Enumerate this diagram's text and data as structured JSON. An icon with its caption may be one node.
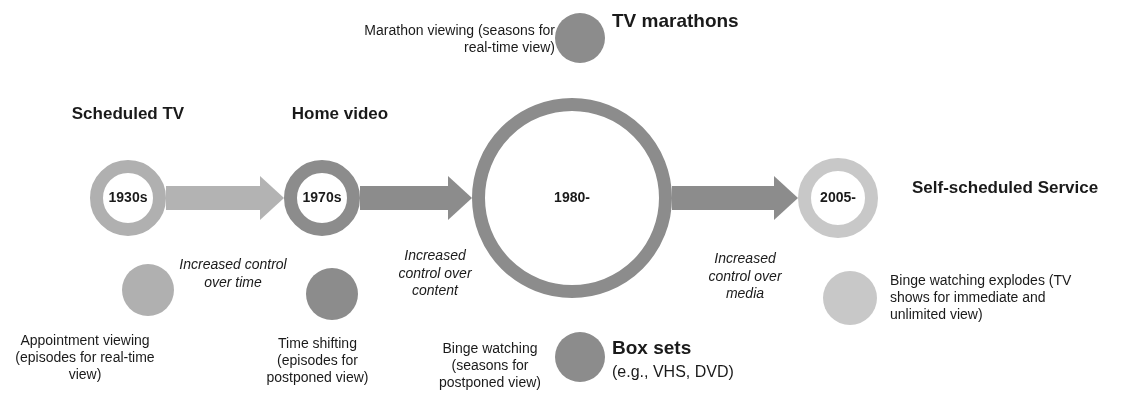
{
  "diagram": {
    "nodes": [
      {
        "text": [
          "Scheduled TV",
          "1930s"
        ]
      },
      {
        "text": [],
        "shape": "circle",
        "beside": [
          "Appointment viewing (episodes for real-time view)"
        ]
      },
      {
        "text": [
          "Home video",
          "1970s"
        ]
      },
      {
        "text": [],
        "shape": "circle",
        "beside": [
          "Time shifting (episodes for postponed view)"
        ]
      },
      {
        "text": [
          "1980-"
        ]
      },
      {
        "text": [
          "TV marathons"
        ],
        "beside": [
          "Marathon viewing (seasons for real-time view)"
        ]
      },
      {
        "text": [
          "Box sets",
          "(e.g., VHS, DVD)"
        ],
        "beside": [
          "Binge watching (seasons for postponed view)"
        ]
      },
      {
        "text": [
          "2005-",
          "Self-scheduled Service"
        ]
      },
      {
        "text": [],
        "shape": "circle",
        "beside": [
          "Binge watching explodes (TV shows for immediate and unlimited view)"
        ]
      }
    ],
    "edges": [
      {
        "from": 0,
        "to": 2,
        "arrow": "to",
        "label": "Increased control over time",
        "color": "#b3b3b3"
      },
      {
        "from": 2,
        "to": 4,
        "arrow": "to",
        "label": "Increased control over content"
      },
      {
        "from": 4,
        "to": 7,
        "arrow": "to",
        "label": "Increased control over media"
      }
    ]
  }
}
